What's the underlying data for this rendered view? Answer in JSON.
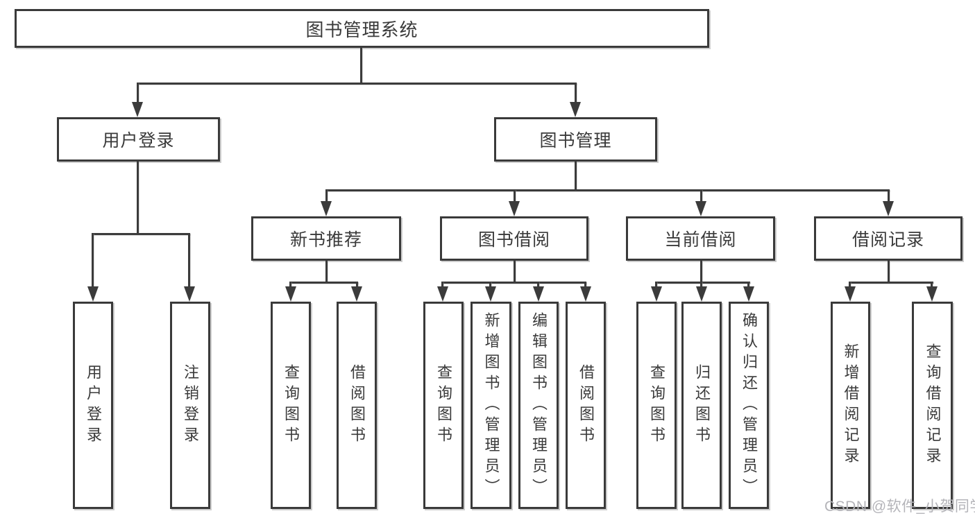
{
  "diagram": {
    "tree": {
      "label": "图书管理系统",
      "children": [
        {
          "label": "用户登录",
          "children": [
            {
              "label": "用户登录"
            },
            {
              "label": "注销登录"
            }
          ]
        },
        {
          "label": "图书管理",
          "children": [
            {
              "label": "新书推荐",
              "children": [
                {
                  "label": "查询图书"
                },
                {
                  "label": "借阅图书"
                }
              ]
            },
            {
              "label": "图书借阅",
              "children": [
                {
                  "label": "查询图书"
                },
                {
                  "label": "新增图书（管理员）"
                },
                {
                  "label": "编辑图书（管理员）"
                },
                {
                  "label": "借阅图书"
                }
              ]
            },
            {
              "label": "当前借阅",
              "children": [
                {
                  "label": "查询图书"
                },
                {
                  "label": "归还图书"
                },
                {
                  "label": "确认归还（管理员）"
                }
              ]
            },
            {
              "label": "借阅记录",
              "children": [
                {
                  "label": "新增借阅记录"
                },
                {
                  "label": "查询借阅记录"
                }
              ]
            }
          ]
        }
      ]
    }
  },
  "watermark": {
    "text": "CSDN @软件_小贺同学"
  },
  "colors": {
    "box_border": "#3a3a3a",
    "line": "#3b3b3b",
    "text": "#3a3a3a",
    "background": "#ffffff",
    "watermark_text": "#b4b4b9"
  }
}
